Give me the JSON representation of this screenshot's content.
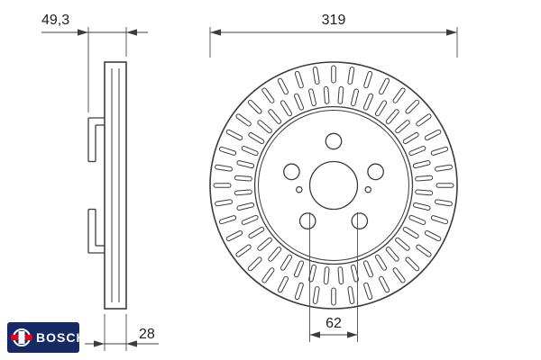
{
  "dimensions": {
    "total_width": "49,3",
    "disc_thickness": "28",
    "outer_diameter": "319",
    "center_bore": "62"
  },
  "logo": {
    "brand": "BOSCH"
  },
  "colors": {
    "line": "#3c3c3c",
    "background": "#ffffff",
    "logo_background": "#172a66",
    "logo_text": "#ffffff"
  }
}
